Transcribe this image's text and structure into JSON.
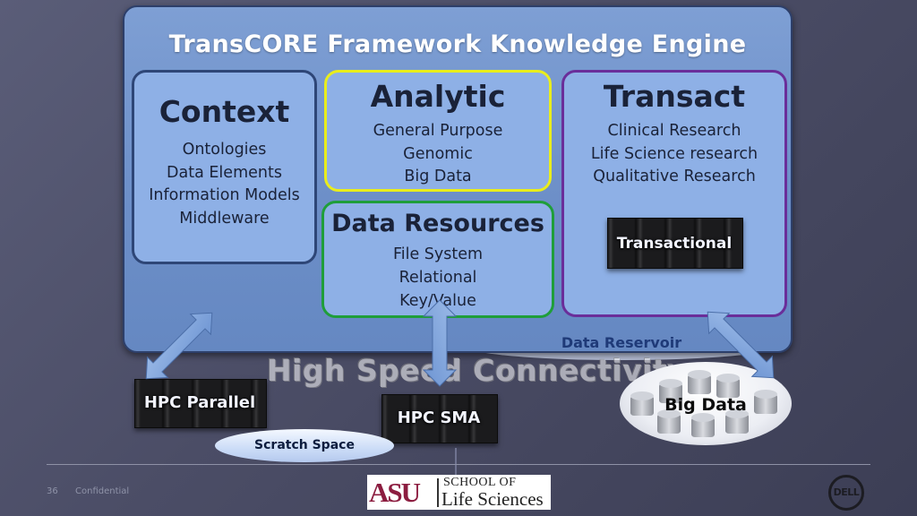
{
  "engine": {
    "title": "TransCORE Framework Knowledge Engine",
    "context": {
      "title": "Context",
      "items": [
        "Ontologies",
        "Data Elements",
        "Information Models",
        "Middleware"
      ]
    },
    "analytic": {
      "title": "Analytic",
      "items": [
        "General Purpose",
        "Genomic",
        "Big Data"
      ]
    },
    "transact": {
      "title": "Transact",
      "items": [
        "Clinical Research",
        "Life Science research",
        "Qualitative Research"
      ],
      "server_label": "Transactional"
    },
    "data_resources": {
      "title": "Data Resources",
      "items": [
        "File System",
        "Relational",
        "Key/Value"
      ]
    }
  },
  "data_reservoir": "Data Reservoir",
  "high_speed": "High Speed Connectivity",
  "nodes": {
    "hpc_parallel": "HPC Parallel",
    "hpc_sma": "HPC SMA",
    "scratch_space": "Scratch Space",
    "big_data": "Big Data"
  },
  "footer": {
    "slide_number": "36",
    "confidential": "Confidential",
    "asu_logo_text": "ASU",
    "school_of": "SCHOOL OF",
    "life_sciences": "Life Sciences",
    "dell_logo_text": "DELL"
  },
  "colors": {
    "engine_fill": "#6d8fc8",
    "box_fill": "#8eb0e6",
    "context_border": "#2e4677",
    "analytic_border": "#e9ed1c",
    "transact_border": "#6a2e9a",
    "resources_border": "#1f9e3a",
    "arrow_fill": "#7fa4dc",
    "asu_maroon": "#8c1d40"
  },
  "icons": [
    "server-rack-icon",
    "double-arrow-icon",
    "database-cylinder-icon",
    "dell-logo-icon"
  ]
}
